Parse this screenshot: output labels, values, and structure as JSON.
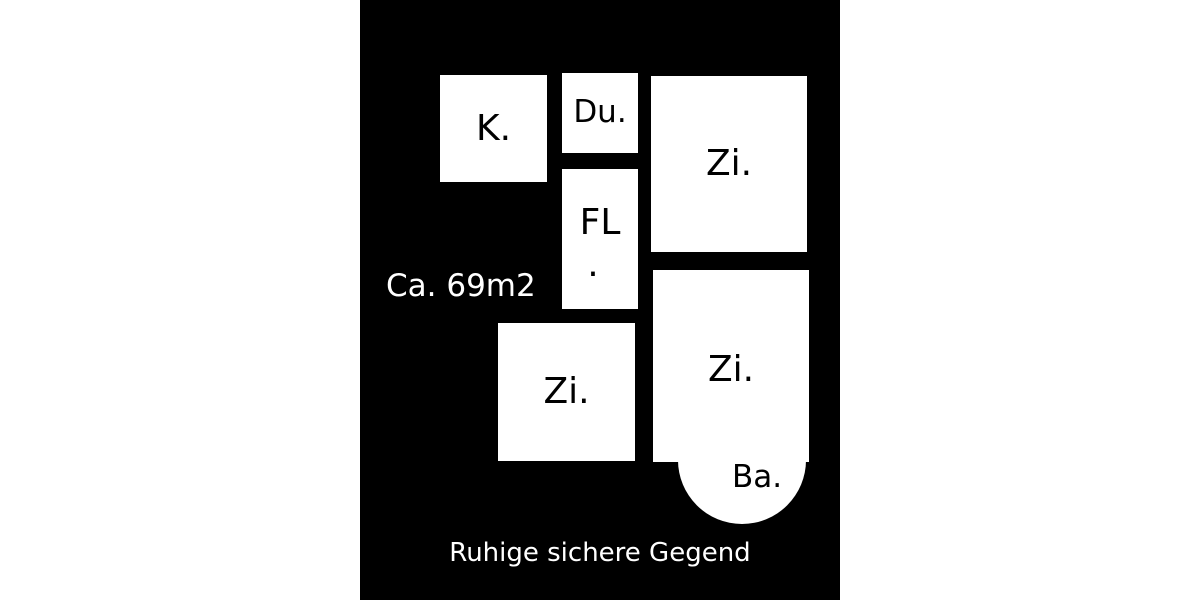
{
  "floorplan": {
    "rooms": {
      "kitchen": "K.",
      "shower": "Du.",
      "hall": "FL",
      "hall_suffix": ".",
      "room_top_right": "Zi.",
      "room_bottom_left": "Zi.",
      "room_bottom_right": "Zi.",
      "bath": "Ba."
    },
    "area": "Ca. 69m2",
    "footer": "Ruhige sichere Gegend"
  },
  "colors": {
    "background": "#000000",
    "rooms": "#ffffff",
    "text_on_background": "#ffffff",
    "text_on_rooms": "#000000"
  }
}
